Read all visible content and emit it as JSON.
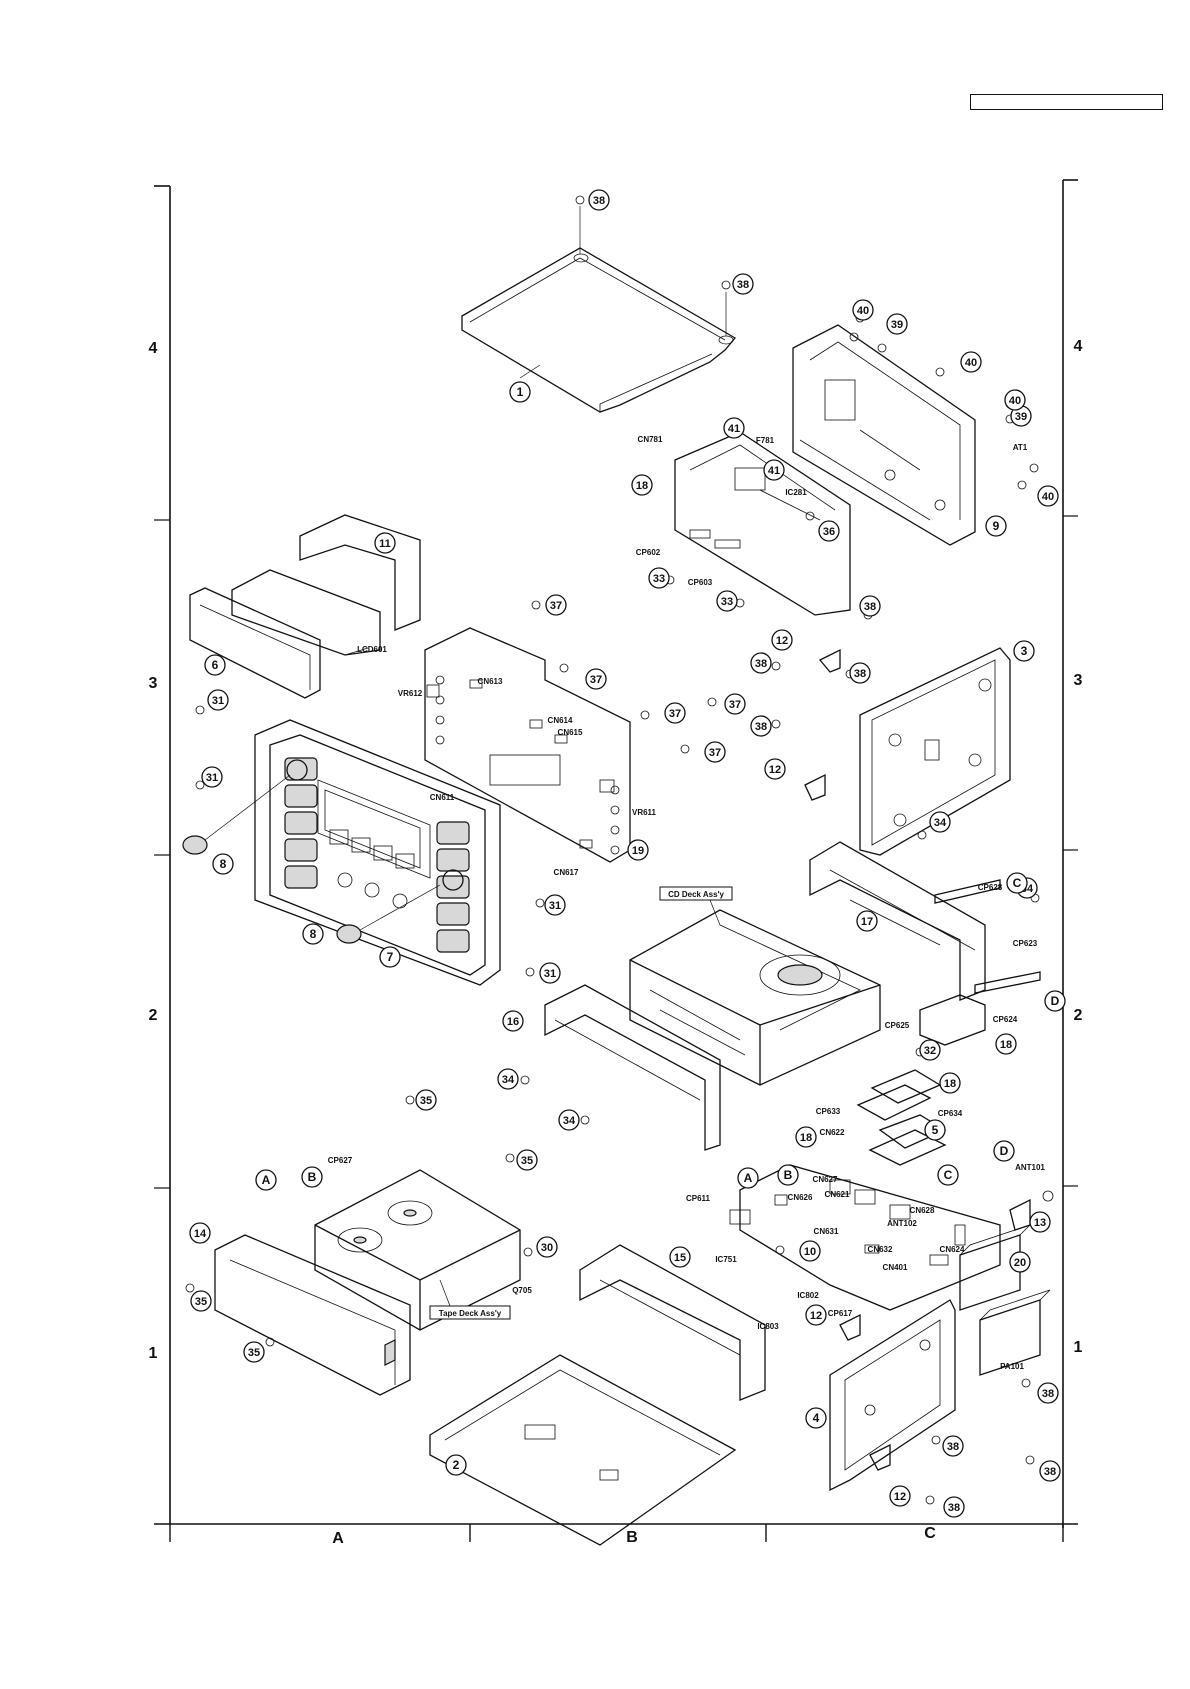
{
  "header": {
    "box_text": ""
  },
  "frame": {
    "rows_left": [
      "4",
      "3",
      "2",
      "1"
    ],
    "rows_right": [
      "4",
      "3",
      "2",
      "1"
    ],
    "cols": [
      "A",
      "B",
      "C"
    ]
  },
  "callouts": [
    {
      "id": "c1",
      "num": "1"
    },
    {
      "id": "c2",
      "num": "2"
    },
    {
      "id": "c3",
      "num": "3"
    },
    {
      "id": "c4",
      "num": "4"
    },
    {
      "id": "c5",
      "num": "5"
    },
    {
      "id": "c6",
      "num": "6"
    },
    {
      "id": "c7",
      "num": "7"
    },
    {
      "id": "c8a",
      "num": "8"
    },
    {
      "id": "c8b",
      "num": "8"
    },
    {
      "id": "c9",
      "num": "9"
    },
    {
      "id": "c10",
      "num": "10"
    },
    {
      "id": "c11",
      "num": "11"
    },
    {
      "id": "c12a",
      "num": "12"
    },
    {
      "id": "c12b",
      "num": "12"
    },
    {
      "id": "c12c",
      "num": "12"
    },
    {
      "id": "c12d",
      "num": "12"
    },
    {
      "id": "c13",
      "num": "13"
    },
    {
      "id": "c14",
      "num": "14"
    },
    {
      "id": "c15",
      "num": "15"
    },
    {
      "id": "c16",
      "num": "16"
    },
    {
      "id": "c17",
      "num": "17"
    },
    {
      "id": "c18a",
      "num": "18"
    },
    {
      "id": "c18b",
      "num": "18"
    },
    {
      "id": "c18c",
      "num": "18"
    },
    {
      "id": "c18d",
      "num": "18"
    },
    {
      "id": "c19",
      "num": "19"
    },
    {
      "id": "c20",
      "num": "20"
    },
    {
      "id": "c30",
      "num": "30"
    },
    {
      "id": "c31a",
      "num": "31"
    },
    {
      "id": "c31b",
      "num": "31"
    },
    {
      "id": "c31c",
      "num": "31"
    },
    {
      "id": "c31d",
      "num": "31"
    },
    {
      "id": "c32",
      "num": "32"
    },
    {
      "id": "c33a",
      "num": "33"
    },
    {
      "id": "c33b",
      "num": "33"
    },
    {
      "id": "c34a",
      "num": "34"
    },
    {
      "id": "c34b",
      "num": "34"
    },
    {
      "id": "c34c",
      "num": "34"
    },
    {
      "id": "c34d",
      "num": "34"
    },
    {
      "id": "c35a",
      "num": "35"
    },
    {
      "id": "c35b",
      "num": "35"
    },
    {
      "id": "c35c",
      "num": "35"
    },
    {
      "id": "c35d",
      "num": "35"
    },
    {
      "id": "c36",
      "num": "36"
    },
    {
      "id": "c37a",
      "num": "37"
    },
    {
      "id": "c37b",
      "num": "37"
    },
    {
      "id": "c37c",
      "num": "37"
    },
    {
      "id": "c37d",
      "num": "37"
    },
    {
      "id": "c37e",
      "num": "37"
    },
    {
      "id": "c38a",
      "num": "38"
    },
    {
      "id": "c38b",
      "num": "38"
    },
    {
      "id": "c38c",
      "num": "38"
    },
    {
      "id": "c38d",
      "num": "38"
    },
    {
      "id": "c38e",
      "num": "38"
    },
    {
      "id": "c38f",
      "num": "38"
    },
    {
      "id": "c38g",
      "num": "38"
    },
    {
      "id": "c38h",
      "num": "38"
    },
    {
      "id": "c38i",
      "num": "38"
    },
    {
      "id": "c38j",
      "num": "38"
    },
    {
      "id": "c39a",
      "num": "39"
    },
    {
      "id": "c39b",
      "num": "39"
    },
    {
      "id": "c40a",
      "num": "40"
    },
    {
      "id": "c40b",
      "num": "40"
    },
    {
      "id": "c40c",
      "num": "40"
    },
    {
      "id": "c40d",
      "num": "40"
    },
    {
      "id": "c41a",
      "num": "41"
    },
    {
      "id": "c41b",
      "num": "41"
    },
    {
      "id": "cA1",
      "num": "A"
    },
    {
      "id": "cA2",
      "num": "A"
    },
    {
      "id": "cB1",
      "num": "B"
    },
    {
      "id": "cB2",
      "num": "B"
    },
    {
      "id": "cC1",
      "num": "C"
    },
    {
      "id": "cC2",
      "num": "C"
    },
    {
      "id": "cD1",
      "num": "D"
    },
    {
      "id": "cD2",
      "num": "D"
    }
  ],
  "labels": [
    {
      "id": "l_cn781",
      "text": "CN781"
    },
    {
      "id": "l_f781",
      "text": "F781"
    },
    {
      "id": "l_ic281",
      "text": "IC281"
    },
    {
      "id": "l_cp602",
      "text": "CP602"
    },
    {
      "id": "l_cp603",
      "text": "CP603"
    },
    {
      "id": "l_at1",
      "text": "AT1"
    },
    {
      "id": "l_lcd601",
      "text": "LCD601"
    },
    {
      "id": "l_vr612",
      "text": "VR612"
    },
    {
      "id": "l_cn613",
      "text": "CN613"
    },
    {
      "id": "l_cn614",
      "text": "CN614"
    },
    {
      "id": "l_cn615",
      "text": "CN615"
    },
    {
      "id": "l_cn611",
      "text": "CN611"
    },
    {
      "id": "l_vr611",
      "text": "VR611"
    },
    {
      "id": "l_cn617",
      "text": "CN617"
    },
    {
      "id": "l_cp628",
      "text": "CP628"
    },
    {
      "id": "l_cp623",
      "text": "CP623"
    },
    {
      "id": "l_cp625",
      "text": "CP625"
    },
    {
      "id": "l_cp624",
      "text": "CP624"
    },
    {
      "id": "l_cp633",
      "text": "CP633"
    },
    {
      "id": "l_cp634",
      "text": "CP634"
    },
    {
      "id": "l_cn622",
      "text": "CN622"
    },
    {
      "id": "l_cn627",
      "text": "CN627"
    },
    {
      "id": "l_cn626",
      "text": "CN626"
    },
    {
      "id": "l_cn621",
      "text": "CN621"
    },
    {
      "id": "l_cp611",
      "text": "CP611"
    },
    {
      "id": "l_cn628",
      "text": "CN628"
    },
    {
      "id": "l_ant102",
      "text": "ANT102"
    },
    {
      "id": "l_ant101",
      "text": "ANT101"
    },
    {
      "id": "l_cn631",
      "text": "CN631"
    },
    {
      "id": "l_cn632",
      "text": "CN632"
    },
    {
      "id": "l_cn624",
      "text": "CN624"
    },
    {
      "id": "l_cn401",
      "text": "CN401"
    },
    {
      "id": "l_cp617",
      "text": "CP617"
    },
    {
      "id": "l_cp627",
      "text": "CP627"
    },
    {
      "id": "l_q705",
      "text": "Q705"
    },
    {
      "id": "l_ic751",
      "text": "IC751"
    },
    {
      "id": "l_ic802",
      "text": "IC802"
    },
    {
      "id": "l_ic803",
      "text": "IC803"
    },
    {
      "id": "l_pa101",
      "text": "PA101"
    }
  ],
  "boxed_labels": {
    "cd_deck": "CD Deck Ass'y",
    "tape_deck": "Tape Deck Ass'y"
  }
}
